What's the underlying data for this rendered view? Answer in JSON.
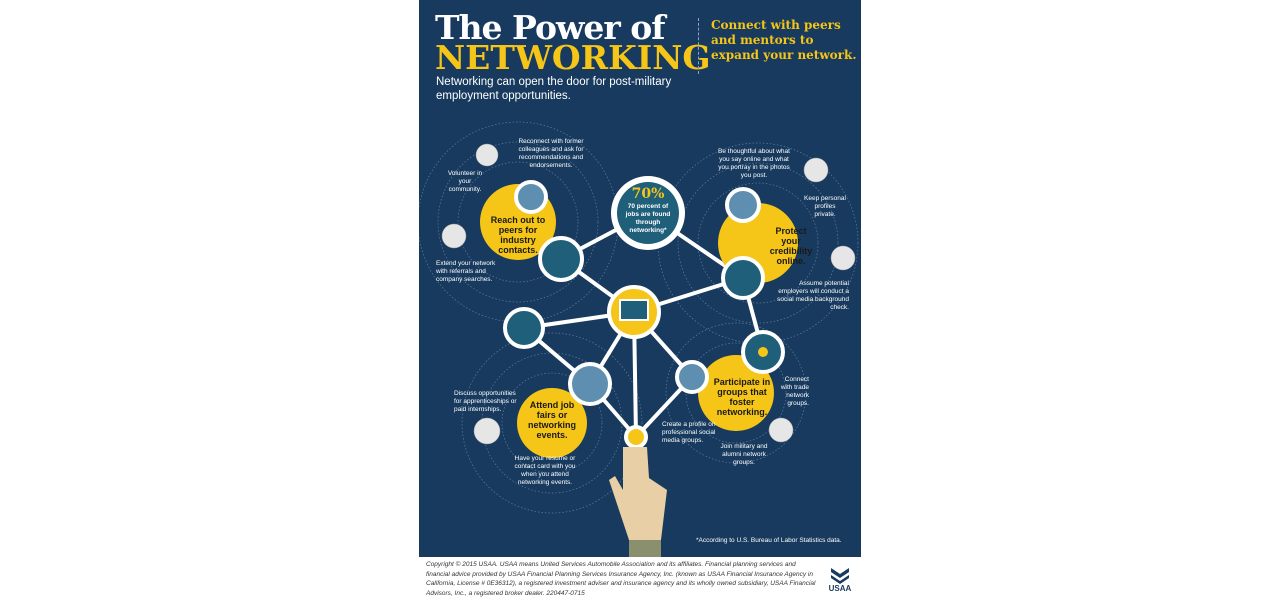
{
  "header": {
    "title_line1": "The Power of",
    "title_line2": "NETWORKING",
    "subtitle": "Networking can open the door for post-military employment opportunities.",
    "tagline": "Connect with peers and mentors to expand your network."
  },
  "stat": {
    "value": "70%",
    "text": "70 percent of jobs are found through networking*"
  },
  "hubs": [
    {
      "label": "Reach out to peers for industry contacts.",
      "tips": [
        "Reconnect with former colleagues and ask for recommendations and endorsements.",
        "Volunteer in your community.",
        "Extend your network with referrals and company searches."
      ]
    },
    {
      "label": "Protect your credibility online.",
      "tips": [
        "Be thoughtful about what you say online and what you portray in the photos you post.",
        "Keep personal profiles private.",
        "Assume potential employers will conduct a social media background check."
      ]
    },
    {
      "label": "Attend job fairs or networking events.",
      "tips": [
        "Discuss opportunities for apprenticeships or paid internships.",
        "Have your resume or contact card with you when you attend networking events."
      ]
    },
    {
      "label": "Participate in groups that foster networking.",
      "tips": [
        "Connect with trade network groups.",
        "Create a profile on professional social media groups.",
        "Join military and alumni network groups."
      ]
    }
  ],
  "footnote": "*According to U.S. Bureau of Labor Statistics data.",
  "footer": {
    "copyright": "Copyright © 2015 USAA. USAA means United Services Automobile Association and its affiliates. Financial planning services and financial advice provided by USAA Financial Planning Services Insurance Agency, Inc. (known as USAA Financial Insurance Agency in California, License # 0E36312), a registered investment adviser and insurance agency and its wholly owned subsidiary, USAA Financial Advisors, Inc., a registered broker dealer. 220447-0715",
    "logo": "USAA"
  },
  "colors": {
    "navy": "#173a5e",
    "yellow": "#f5c518",
    "teal": "#1f5f7a"
  }
}
